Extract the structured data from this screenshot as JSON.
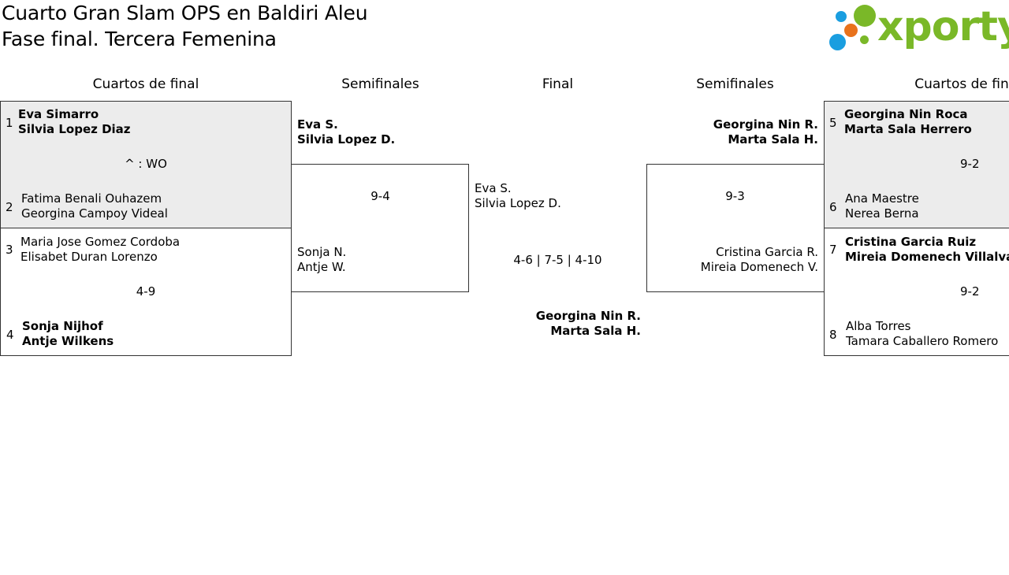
{
  "header": {
    "title_line1": "Cuarto Gran Slam OPS en Baldiri Aleu",
    "title_line2": "Fase final. Tercera Femenina",
    "logo_text": "xporty",
    "logo_colors": [
      "#1a9ee0",
      "#e8721c",
      "#7ab828"
    ]
  },
  "rounds": {
    "left_quarter": "Cuartos de final",
    "left_semi": "Semifinales",
    "final": "Final",
    "right_semi": "Semifinales",
    "right_quarter": "Cuartos de fin"
  },
  "left_quarters": {
    "m1": {
      "seed_a": "1",
      "a1": "Eva Simarro",
      "a2": "Silvia Lopez Diaz",
      "score": "^ : WO",
      "seed_b": "2",
      "b1": "Fatima Benali Ouhazem",
      "b2": "Georgina Campoy Videal"
    },
    "m2": {
      "seed_a": "3",
      "a1": "Maria Jose Gomez Cordoba",
      "a2": "Elisabet Duran Lorenzo",
      "score": "4-9",
      "seed_b": "4",
      "b1": "Sonja Nijhof",
      "b2": "Antje Wilkens"
    }
  },
  "left_semi": {
    "a1": "Eva S.",
    "a2": "Silvia Lopez D.",
    "score": "9-4",
    "b1": "Sonja N.",
    "b2": "Antje W."
  },
  "final": {
    "a1": "Eva S.",
    "a2": "Silvia Lopez D.",
    "score": "4-6 | 7-5 | 4-10",
    "w1": "Georgina Nin R.",
    "w2": "Marta Sala H."
  },
  "right_semi": {
    "a1": "Georgina Nin R.",
    "a2": "Marta Sala H.",
    "score": "9-3",
    "b1": "Cristina Garcia R.",
    "b2": "Mireia Domenech V."
  },
  "right_quarters": {
    "m1": {
      "seed_a": "5",
      "a1": "Georgina Nin Roca",
      "a2": "Marta Sala Herrero",
      "score": "9-2",
      "seed_b": "6",
      "b1": "Ana Maestre",
      "b2": "Nerea Berna"
    },
    "m2": {
      "seed_a": "7",
      "a1": "Cristina Garcia Ruiz",
      "a2": "Mireia Domenech Villalva",
      "score": "9-2",
      "seed_b": "8",
      "b1": "Alba Torres",
      "b2": "Tamara Caballero Romero"
    }
  }
}
